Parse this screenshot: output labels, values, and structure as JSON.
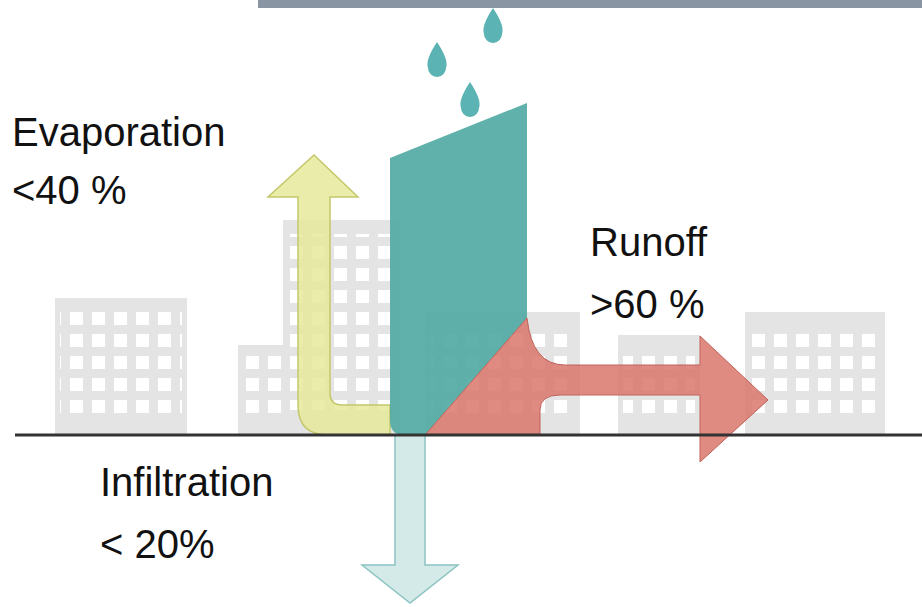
{
  "diagram": {
    "labels": [
      "Evaporation",
      "<40 %",
      "Runoff",
      ">60 %",
      "Infiltration",
      "< 20%"
    ]
  }
}
